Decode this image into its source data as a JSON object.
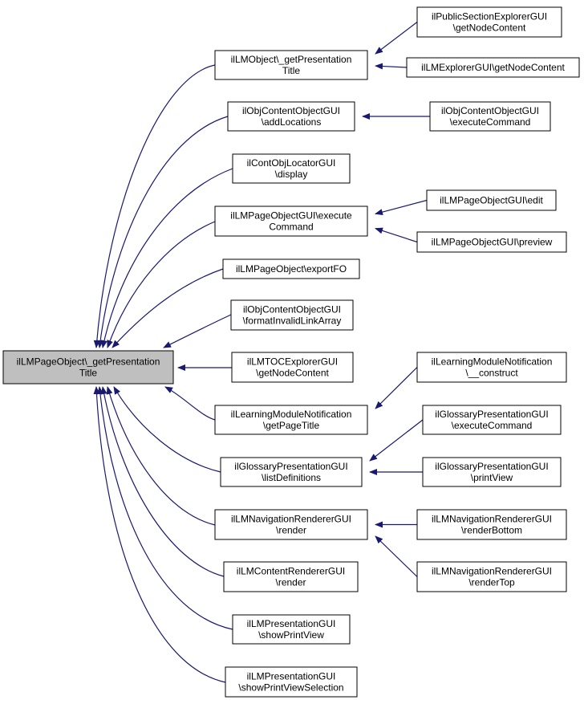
{
  "colors": {
    "edge": "#191970",
    "root_fill": "#bfbfbf",
    "node_fill": "#ffffff",
    "border": "#000000"
  },
  "nodes": {
    "root": [
      "ilLMPageObject\\_getPresentation",
      "Title"
    ],
    "n1": [
      "ilLMObject\\_getPresentation",
      "Title"
    ],
    "n2": [
      "ilObjContentObjectGUI",
      "\\addLocations"
    ],
    "n3": [
      "ilContObjLocatorGUI",
      "\\display"
    ],
    "n4": [
      "ilLMPageObjectGUI\\execute",
      "Command"
    ],
    "n5": [
      "ilLMPageObject\\exportFO"
    ],
    "n6": [
      "ilObjContentObjectGUI",
      "\\formatInvalidLinkArray"
    ],
    "n7": [
      "ilLMTOCExplorerGUI",
      "\\getNodeContent"
    ],
    "n8": [
      "ilLearningModuleNotification",
      "\\getPageTitle"
    ],
    "n9": [
      "ilGlossaryPresentationGUI",
      "\\listDefinitions"
    ],
    "n10": [
      "ilLMNavigationRendererGUI",
      "\\render"
    ],
    "n11": [
      "ilLMContentRendererGUI",
      "\\render"
    ],
    "n12": [
      "ilLMPresentationGUI",
      "\\showPrintView"
    ],
    "n13": [
      "ilLMPresentationGUI",
      "\\showPrintViewSelection"
    ],
    "m1": [
      "ilPublicSectionExplorerGUI",
      "\\getNodeContent"
    ],
    "m2": [
      "ilLMExplorerGUI\\getNodeContent"
    ],
    "m3": [
      "ilObjContentObjectGUI",
      "\\executeCommand"
    ],
    "m4": [
      "ilLMPageObjectGUI\\edit"
    ],
    "m5": [
      "ilLMPageObjectGUI\\preview"
    ],
    "m6": [
      "ilLearningModuleNotification",
      "\\__construct"
    ],
    "m7": [
      "ilGlossaryPresentationGUI",
      "\\executeCommand"
    ],
    "m8": [
      "ilGlossaryPresentationGUI",
      "\\printView"
    ],
    "m9": [
      "ilLMNavigationRendererGUI",
      "\\renderBottom"
    ],
    "m10": [
      "ilLMNavigationRendererGUI",
      "\\renderTop"
    ]
  },
  "edges": [
    [
      "n1",
      "root"
    ],
    [
      "n2",
      "root"
    ],
    [
      "n3",
      "root"
    ],
    [
      "n4",
      "root"
    ],
    [
      "n5",
      "root"
    ],
    [
      "n6",
      "root"
    ],
    [
      "n7",
      "root"
    ],
    [
      "n8",
      "root"
    ],
    [
      "n9",
      "root"
    ],
    [
      "n10",
      "root"
    ],
    [
      "n11",
      "root"
    ],
    [
      "n12",
      "root"
    ],
    [
      "n13",
      "root"
    ],
    [
      "m1",
      "n1"
    ],
    [
      "m2",
      "n1"
    ],
    [
      "m3",
      "n2"
    ],
    [
      "m4",
      "n4"
    ],
    [
      "m5",
      "n4"
    ],
    [
      "m6",
      "n8"
    ],
    [
      "m7",
      "n9"
    ],
    [
      "m8",
      "n9"
    ],
    [
      "m9",
      "n10"
    ],
    [
      "m10",
      "n10"
    ]
  ]
}
